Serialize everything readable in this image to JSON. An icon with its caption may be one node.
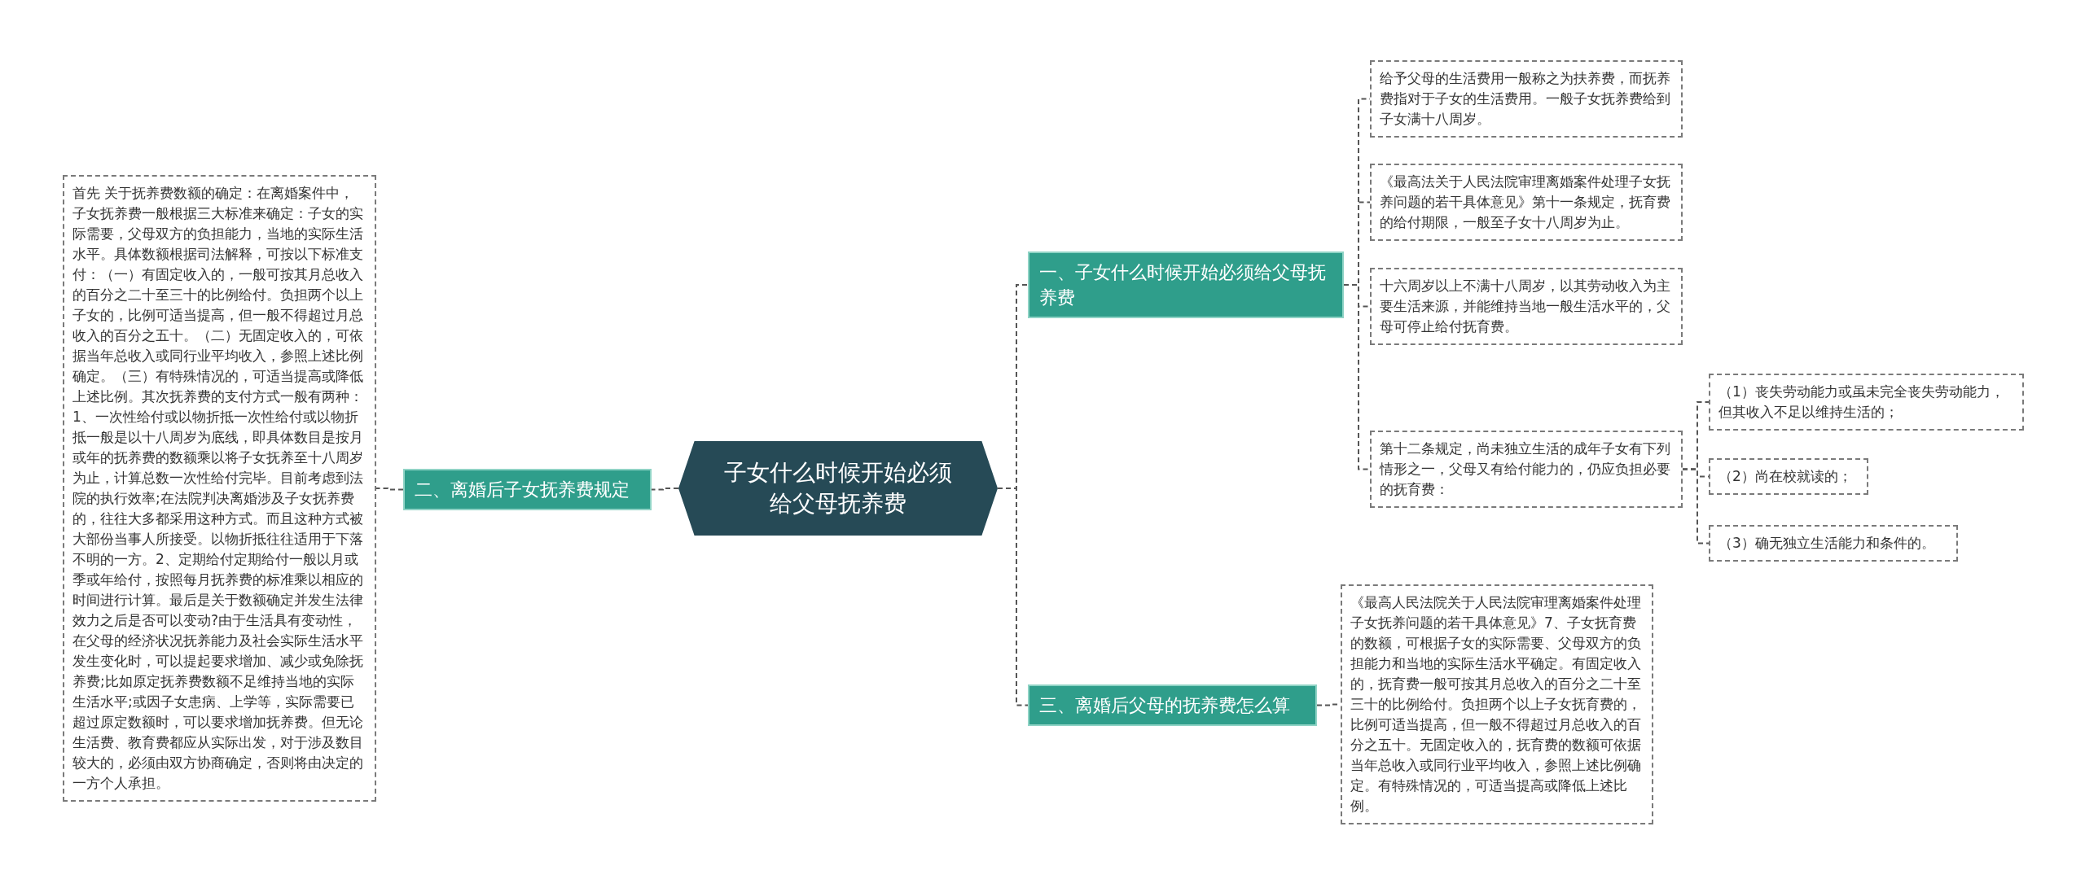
{
  "diagram": {
    "nodes": [
      {
        "text": [
          "子女什么时候开始必须给父母抚养费"
        ]
      },
      {
        "text": [
          "一、子女什么时候开始必须给父母抚养费"
        ]
      },
      {
        "text": [
          "给予父母的生活费用一般称之为扶养费，而抚养费指对于子女的生活费用。一般子女抚养费给到子女满十八周岁。"
        ]
      },
      {
        "text": [
          "《最高法关于人民法院审理离婚案件处理子女抚养问题的若干具体意见》第十一条规定，抚育费的给付期限，一般至子女十八周岁为止。"
        ]
      },
      {
        "text": [
          "十六周岁以上不满十八周岁，以其劳动收入为主要生活来源，并能维持当地一般生活水平的，父母可停止给付抚育费。"
        ]
      },
      {
        "text": [
          "第十二条规定，尚未独立生活的成年子女有下列情形之一，父母又有给付能力的，仍应负担必要的抚育费："
        ]
      },
      {
        "text": [
          "（1）丧失劳动能力或虽未完全丧失劳动能力，但其收入不足以维持生活的；"
        ]
      },
      {
        "text": [
          "（2）尚在校就读的；"
        ]
      },
      {
        "text": [
          "（3）确无独立生活能力和条件的。"
        ]
      },
      {
        "text": [
          "二、离婚后子女抚养费规定"
        ]
      },
      {
        "text": [
          "首先 关于抚养费数额的确定：在离婚案件中，子女抚养费一般根据三大标准来确定：子女的实际需要，父母双方的负担能力，当地的实际生活水平。具体数额根据司法解释，可按以下标准支付：（一）有固定收入的，一般可按其月总收入的百分之二十至三十的比例给付。负担两个以上子女的，比例可适当提高，但一般不得超过月总收入的百分之五十。（二）无固定收入的，可依据当年总收入或同行业平均收入，参照上述比例确定。（三）有特殊情况的，可适当提高或降低上述比例。其次抚养费的支付方式一般有两种：1、一次性给付或以物折抵一次性给付或以物折抵一般是以十八周岁为底线，即具体数目是按月或年的抚养费的数额乘以将子女抚养至十八周岁为止，计算总数一次性给付完毕。目前考虑到法院的执行效率;在法院判决离婚涉及子女抚养费的，往往大多都采用这种方式。而且这种方式被大部份当事人所接受。以物折抵往往适用于下落不明的一方。2、定期给付定期给付一般以月或季或年给付，按照每月抚养费的标准乘以相应的时间进行计算。最后是关于数额确定并发生法律效力之后是否可以变动?由于生活具有变动性，在父母的经济状况抚养能力及社会实际生活水平发生变化时，可以提起要求增加、减少或免除抚养费;比如原定抚养费数额不足维持当地的实际生活水平;或因子女患病、上学等，实际需要已超过原定数额时，可以要求增加抚养费。但无论生活费、教育费都应从实际出发，对于涉及数目较大的，必须由双方协商确定，否则将由决定的一方个人承担。"
        ]
      },
      {
        "text": [
          "三、离婚后父母的抚养费怎么算"
        ]
      },
      {
        "text": [
          "《最高人民法院关于人民法院审理离婚案件处理子女抚养问题的若干具体意见》7、子女抚育费的数额，可根据子女的实际需要、父母双方的负担能力和当地的实际生活水平确定。有固定收入的，抚育费一般可按其月总收入的百分之二十至三十的比例给付。负担两个以上子女抚育费的，比例可适当提高，但一般不得超过月总收入的百分之五十。无固定收入的，抚育费的数额可依据当年总收入或同行业平均收入，参照上述比例确定。有特殊情况的，可适当提高或降低上述比例。"
        ]
      }
    ],
    "edges": [
      {
        "from": 0,
        "to": 1,
        "arrow": "none"
      },
      {
        "from": 1,
        "to": 2,
        "arrow": "none"
      },
      {
        "from": 1,
        "to": 3,
        "arrow": "none"
      },
      {
        "from": 1,
        "to": 4,
        "arrow": "none"
      },
      {
        "from": 1,
        "to": 5,
        "arrow": "none"
      },
      {
        "from": 5,
        "to": 6,
        "arrow": "none"
      },
      {
        "from": 5,
        "to": 7,
        "arrow": "none"
      },
      {
        "from": 5,
        "to": 8,
        "arrow": "none"
      },
      {
        "from": 0,
        "to": 9,
        "arrow": "none"
      },
      {
        "from": 9,
        "to": 10,
        "arrow": "none"
      },
      {
        "from": 0,
        "to": 11,
        "arrow": "none"
      },
      {
        "from": 11,
        "to": 12,
        "arrow": "none"
      }
    ]
  }
}
